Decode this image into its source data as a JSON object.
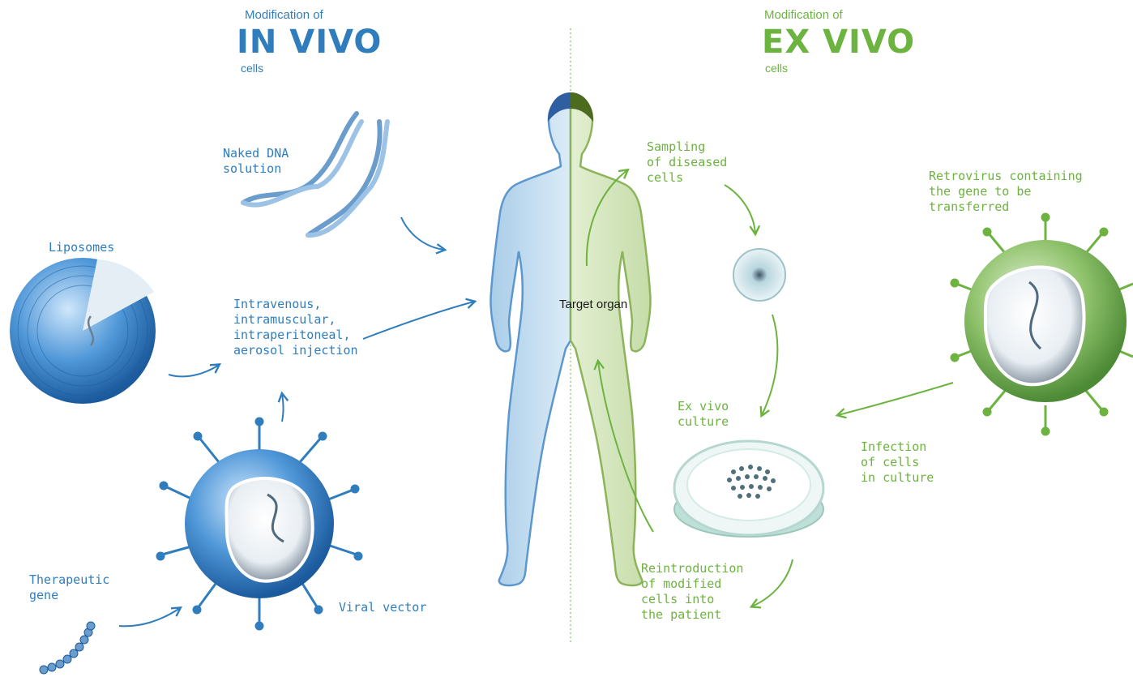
{
  "colors": {
    "in_vivo": "#2f7dbd",
    "ex_vivo": "#6cb33f",
    "text_dark": "#1a1a1a"
  },
  "headers": {
    "in_vivo": {
      "prefix": "Modification of",
      "title": "IN VIVO",
      "suffix": "cells"
    },
    "ex_vivo": {
      "prefix": "Modification of",
      "title": "EX VIVO",
      "suffix": "cells"
    }
  },
  "labels": {
    "naked_dna": "Naked DNA\nsolution",
    "liposomes": "Liposomes",
    "injection": "Intravenous,\nintramuscular,\nintraperitoneal,\naerosol injection",
    "therapeutic_gene": "Therapeutic\ngene",
    "viral_vector": "Viral vector",
    "target_organ": "Target organ",
    "sampling": "Sampling\nof diseased\ncells",
    "retrovirus": "Retrovirus containing\nthe gene to be\ntransferred",
    "ex_vivo_culture": "Ex vivo\nculture",
    "infection": "Infection\nof cells\nin culture",
    "reintroduction": "Reintroduction\nof modified\ncells into\nthe patient"
  },
  "icons": [
    "naked-dna-icon",
    "liposome-icon",
    "viral-vector-icon",
    "therapeutic-gene-icon",
    "human-body-icon",
    "diseased-cell-icon",
    "petri-dish-icon",
    "retrovirus-icon"
  ]
}
